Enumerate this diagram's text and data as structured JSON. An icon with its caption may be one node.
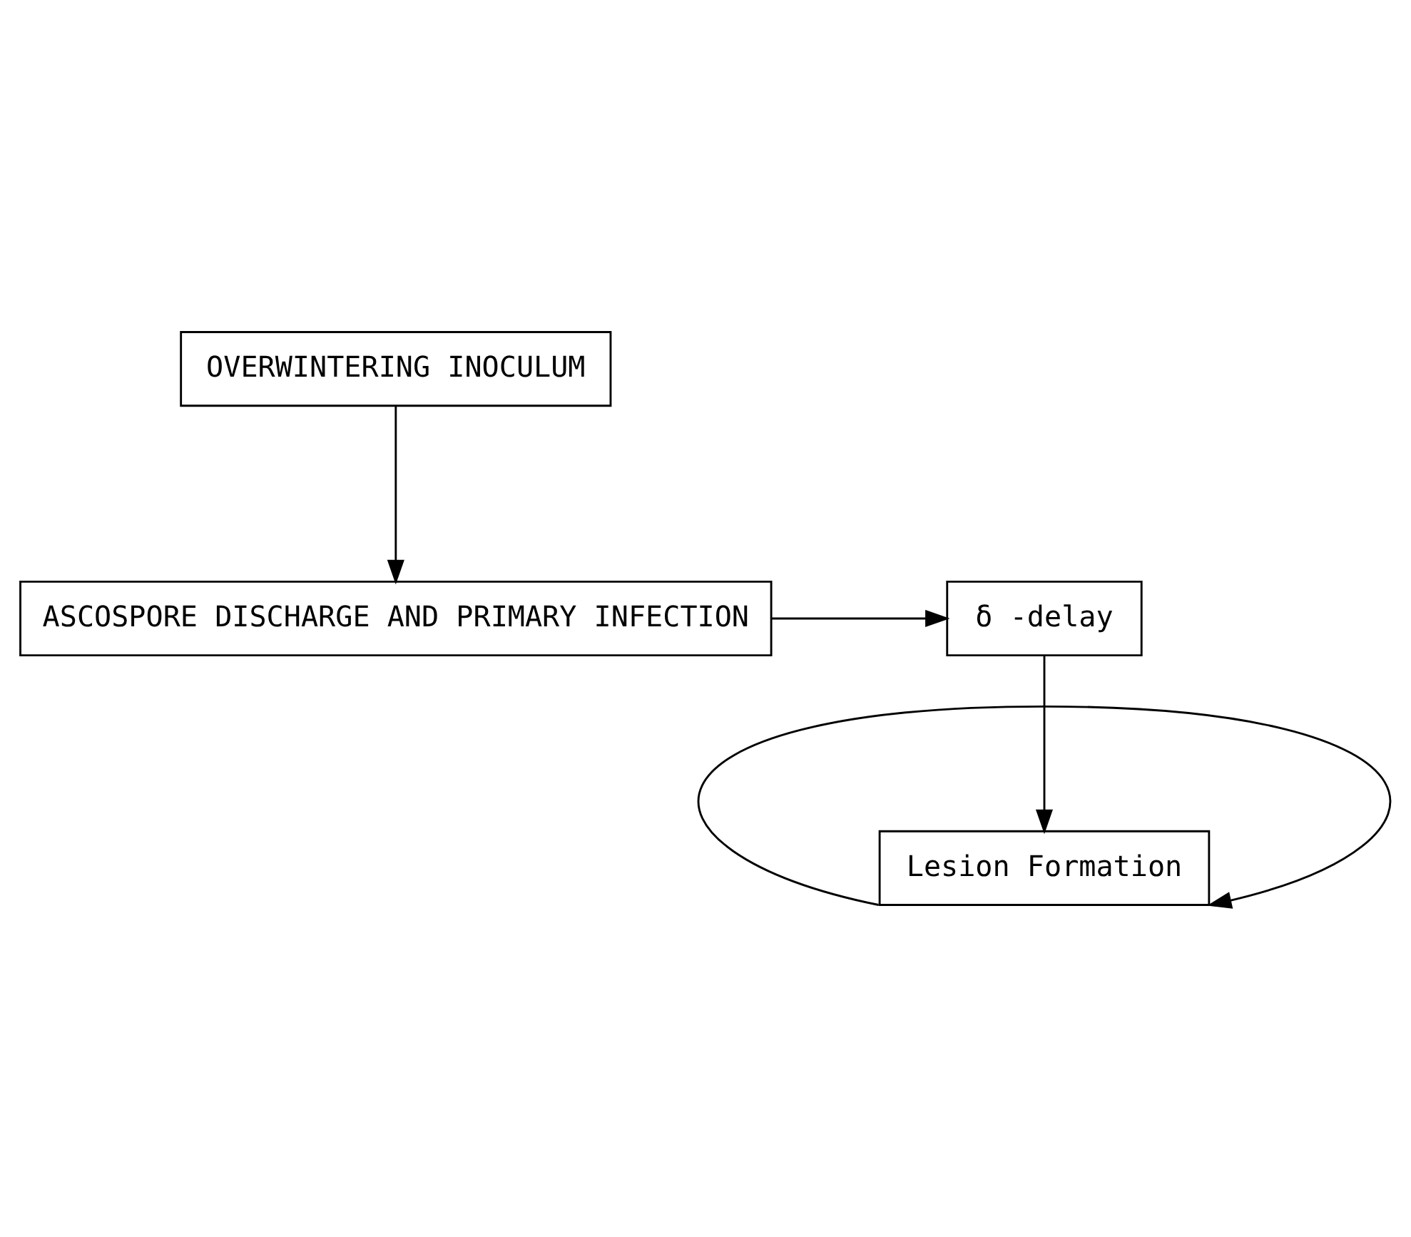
{
  "diagram": {
    "nodes": [
      {
        "text": [
          "OVERWINTERING INOCULUM"
        ]
      },
      {
        "text": [
          "ASCOSPORE DISCHARGE AND PRIMARY INFECTION"
        ]
      },
      {
        "text": [
          "δ -delay"
        ]
      },
      {
        "text": [
          "Lesion Formation"
        ]
      }
    ],
    "edges": [
      {
        "from": 0,
        "to": 1,
        "arrow": "to"
      },
      {
        "from": 1,
        "to": 2,
        "arrow": "to"
      },
      {
        "from": 2,
        "to": 3,
        "arrow": "to"
      },
      {
        "from": 3,
        "to": 3,
        "arrow": "to"
      }
    ]
  }
}
